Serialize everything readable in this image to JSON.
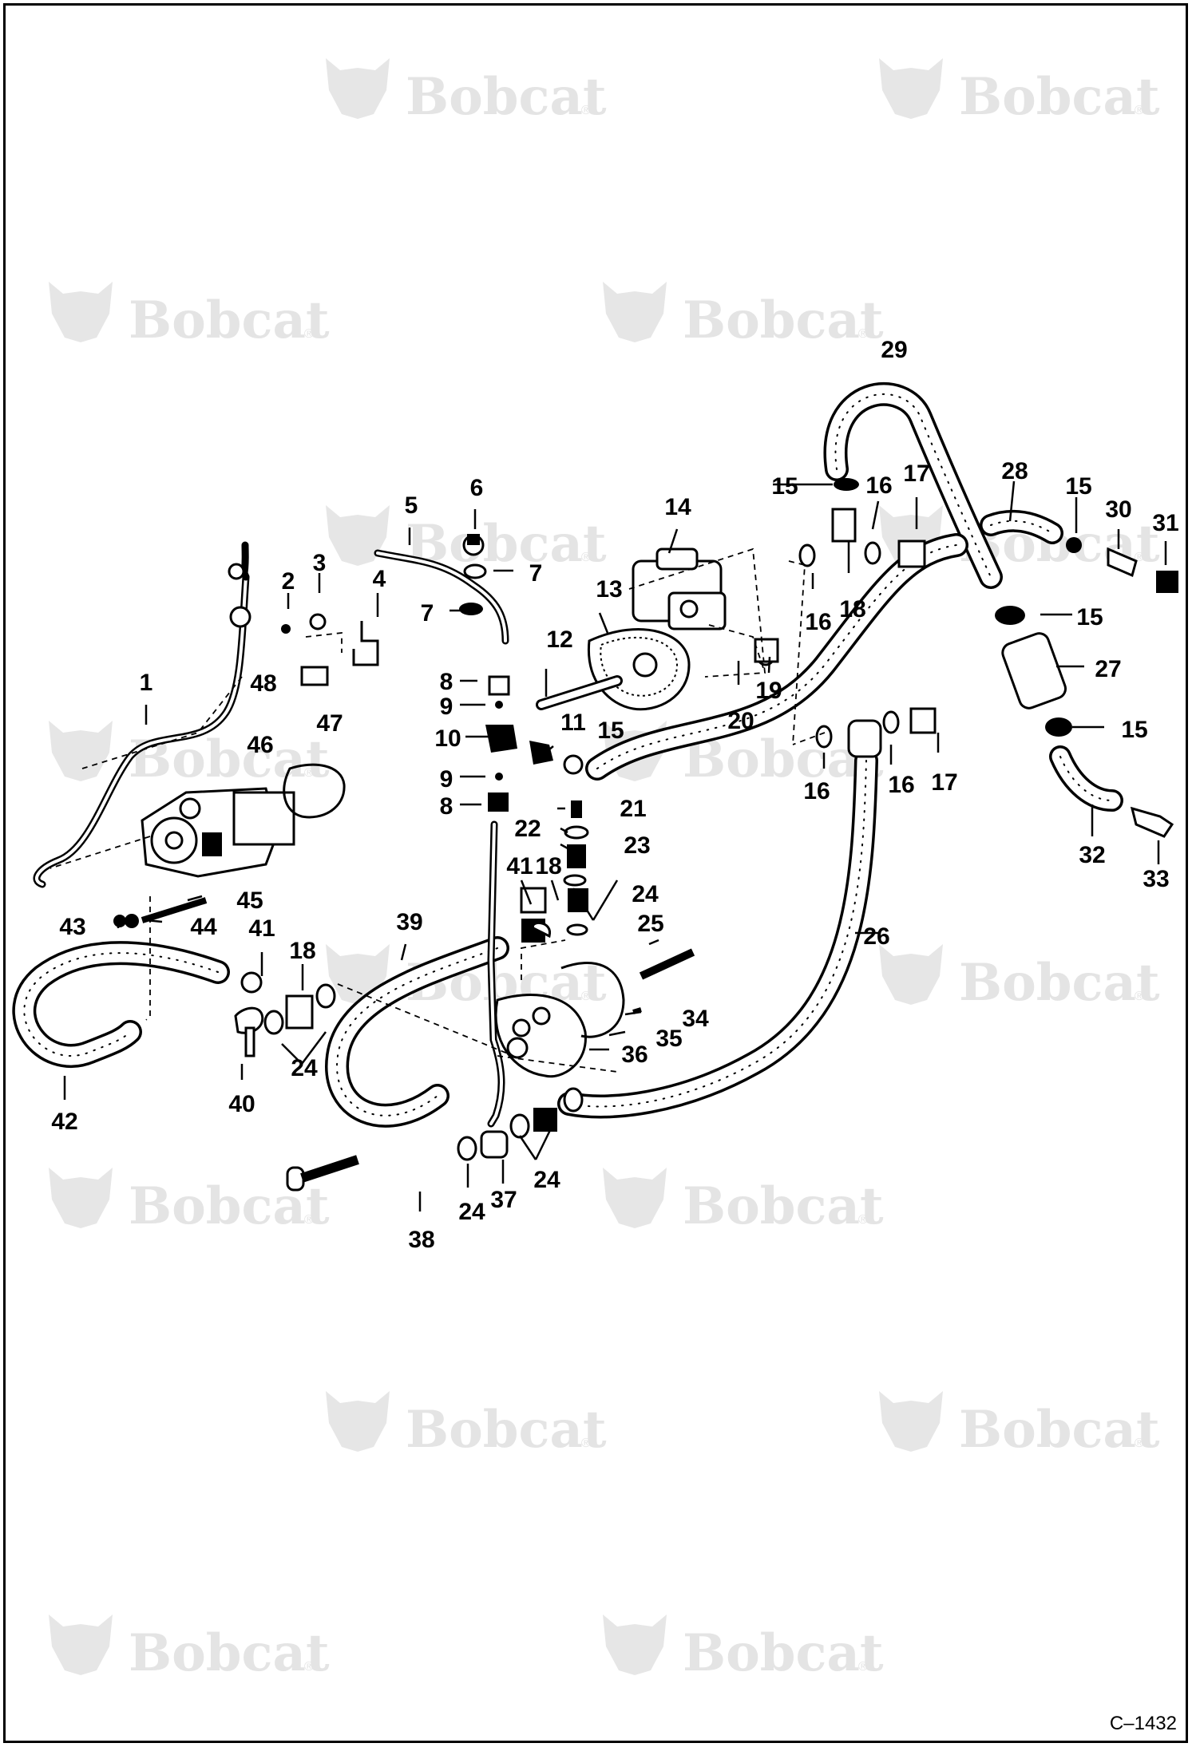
{
  "watermark": {
    "brand": "Bobcat",
    "mark": "®"
  },
  "figure_code": "C–1432",
  "parts": {
    "p1": "1",
    "p2": "2",
    "p3": "3",
    "p4": "4",
    "p5": "5",
    "p6": "6",
    "p7a": "7",
    "p7b": "7",
    "p8a": "8",
    "p8b": "8",
    "p9a": "9",
    "p9b": "9",
    "p10": "10",
    "p11": "11",
    "p12": "12",
    "p13": "13",
    "p14": "14",
    "p15a": "15",
    "p15b": "15",
    "p15c": "15",
    "p15d": "15",
    "p15e": "15",
    "p16a": "16",
    "p16b": "16",
    "p16c": "16",
    "p16d": "16",
    "p17a": "17",
    "p17b": "17",
    "p18a": "18",
    "p18b": "18",
    "p18c": "18",
    "p19": "19",
    "p20": "20",
    "p21": "21",
    "p22": "22",
    "p23": "23",
    "p24a": "24",
    "p24b": "24",
    "p24c": "24",
    "p24d": "24",
    "p25": "25",
    "p26": "26",
    "p27": "27",
    "p28": "28",
    "p29": "29",
    "p30": "30",
    "p31": "31",
    "p32": "32",
    "p33": "33",
    "p34": "34",
    "p35": "35",
    "p36": "36",
    "p37": "37",
    "p38": "38",
    "p39": "39",
    "p40": "40",
    "p41a": "41",
    "p41b": "41",
    "p42": "42",
    "p43": "43",
    "p44": "44",
    "p45": "45",
    "p46": "46",
    "p47": "47",
    "p48": "48"
  }
}
